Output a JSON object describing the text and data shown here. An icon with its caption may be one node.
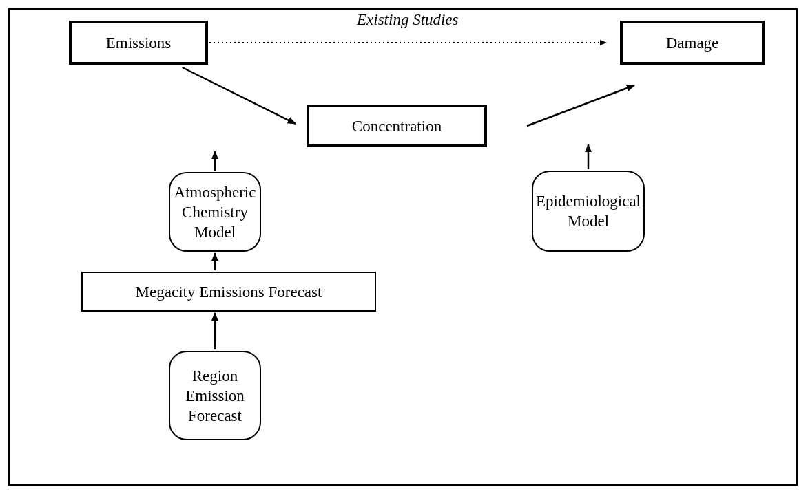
{
  "diagram": {
    "nodes": [
      {
        "text": [
          "Emissions"
        ]
      },
      {
        "text": [
          "Damage"
        ]
      },
      {
        "text": [
          "Concentration"
        ]
      },
      {
        "text": [
          "Atmospheric Chemistry Model"
        ]
      },
      {
        "text": [
          "Epidemiological Model"
        ]
      },
      {
        "text": [
          "Megacity Emissions Forecast"
        ]
      },
      {
        "text": [
          "Region Emission Forecast"
        ]
      }
    ],
    "edges": [
      {
        "from": 0,
        "to": 1,
        "arrow": "to",
        "label": "Existing Studies",
        "style": "dashed"
      },
      {
        "from": 0,
        "to": 2,
        "arrow": "to"
      },
      {
        "from": 2,
        "to": 1,
        "arrow": "to"
      },
      {
        "from": 3,
        "to": null,
        "arrow": "to"
      },
      {
        "from": 4,
        "to": null,
        "arrow": "to"
      },
      {
        "from": 5,
        "to": 3,
        "arrow": "to"
      },
      {
        "from": 6,
        "to": 5,
        "arrow": "to"
      }
    ]
  }
}
